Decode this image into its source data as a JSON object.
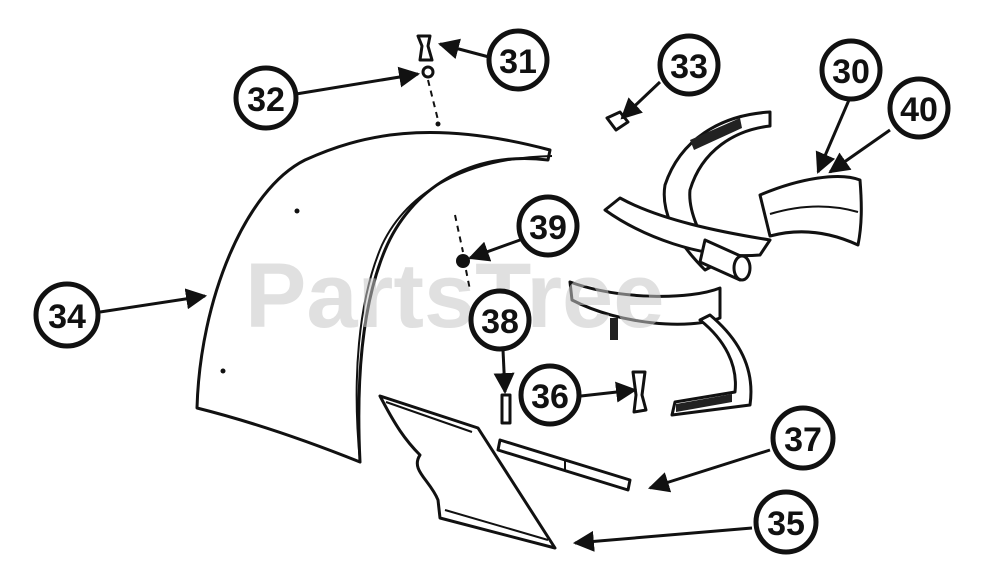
{
  "watermark": "PartsTree",
  "callouts": [
    "30",
    "31",
    "32",
    "33",
    "34",
    "35",
    "36",
    "37",
    "38",
    "39",
    "40"
  ],
  "colors": {
    "ink": "#111111",
    "paper": "#ffffff",
    "watermark": "#c8c8c8"
  }
}
